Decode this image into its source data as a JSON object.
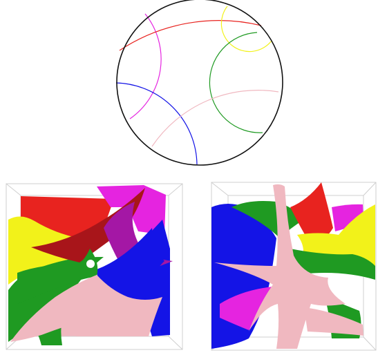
{
  "colors": {
    "red": "#e8231f",
    "red_dark": "#a8151a",
    "magenta": "#e524e0",
    "magenta_dark": "#a417a5",
    "yellow": "#f2f21a",
    "yellow_dark": "#b8b210",
    "green": "#1f9a22",
    "green_dark": "#0e5e12",
    "blue": "#1414e6",
    "blue_dark": "#0a0a9a",
    "pink": "#f0b8c0",
    "pink_dark": "#caa0a6",
    "circle_stroke": "#111111",
    "box_stroke": "#cfcfcf"
  },
  "figure": {
    "top_panel": "hyperbolic-disk-geodesics",
    "bottom_left_panel": "surface-render-view-1",
    "bottom_right_panel": "surface-render-view-2"
  }
}
